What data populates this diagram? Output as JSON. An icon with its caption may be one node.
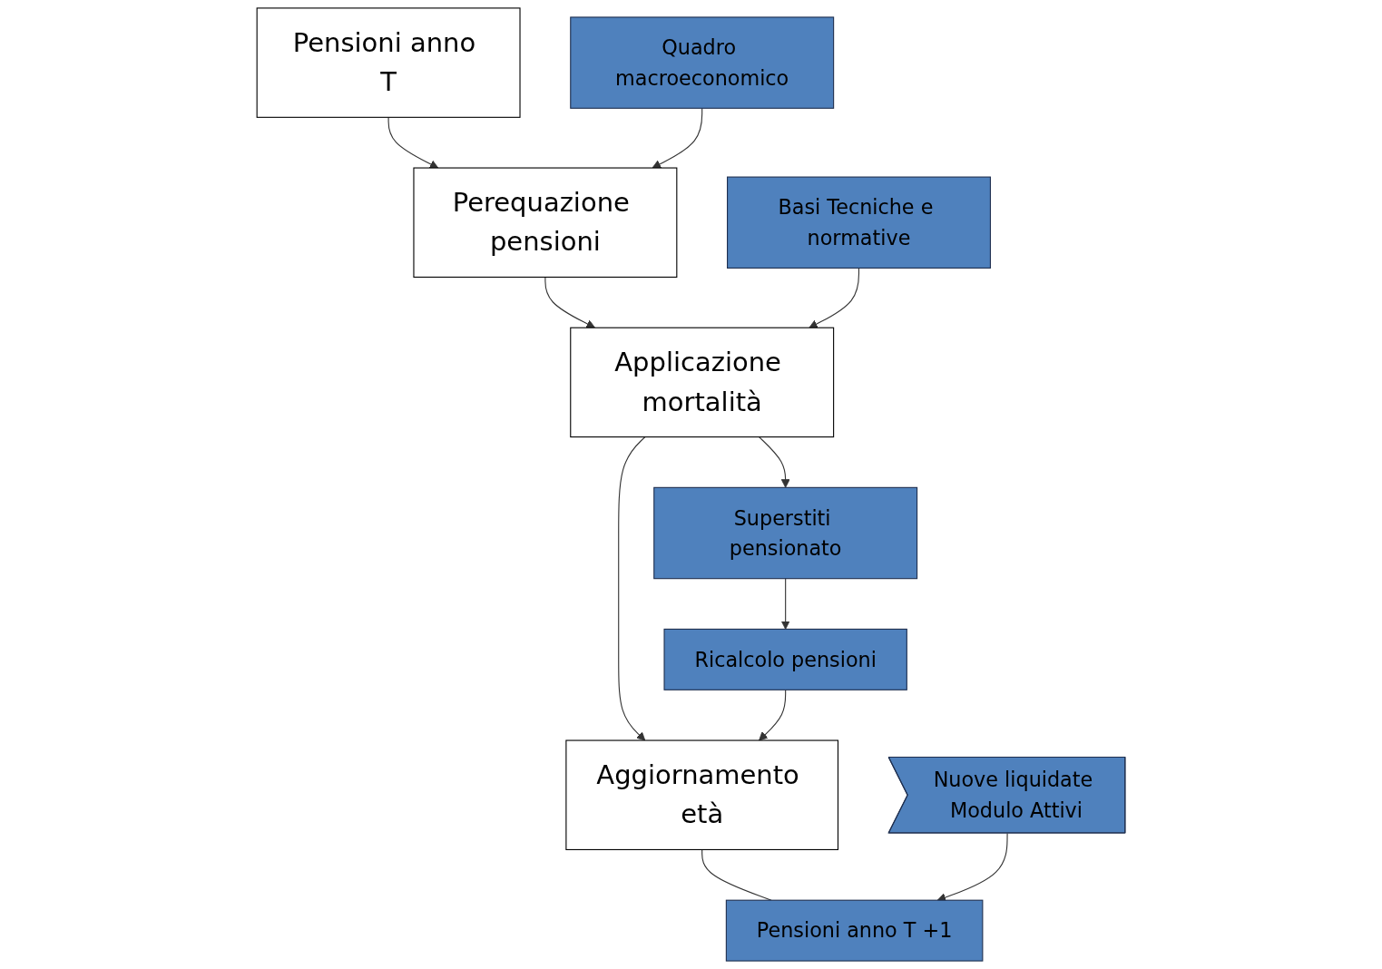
{
  "diagram": {
    "nodes": [
      {
        "text": [
          "Pensioni anno T"
        ]
      },
      {
        "text": [
          "Quadro macroeconomico"
        ]
      },
      {
        "text": [
          "Perequazione pensioni"
        ]
      },
      {
        "text": [
          "Basi Tecniche e normative"
        ]
      },
      {
        "text": [
          "Applicazione mortalità"
        ]
      },
      {
        "text": [
          "Superstiti pensionato"
        ]
      },
      {
        "text": [
          "Ricalcolo pensioni"
        ]
      },
      {
        "text": [
          "Aggiornamento età"
        ]
      },
      {
        "text": [
          "Nuove liquidate Modulo Attivi"
        ]
      },
      {
        "text": [
          "Pensioni anno T +1"
        ]
      }
    ],
    "edges": [
      {
        "from": 0,
        "to": 2,
        "arrow": "to"
      },
      {
        "from": 1,
        "to": 2,
        "arrow": "to"
      },
      {
        "from": 2,
        "to": 4,
        "arrow": "to"
      },
      {
        "from": 3,
        "to": 4,
        "arrow": "to"
      },
      {
        "from": 4,
        "to": 5,
        "arrow": "to"
      },
      {
        "from": 5,
        "to": 6,
        "arrow": "to"
      },
      {
        "from": 4,
        "to": 7,
        "arrow": "to"
      },
      {
        "from": 6,
        "to": 7,
        "arrow": "to"
      },
      {
        "from": 7,
        "to": 9,
        "arrow": "none"
      },
      {
        "from": 8,
        "to": 9,
        "arrow": "to"
      }
    ]
  }
}
